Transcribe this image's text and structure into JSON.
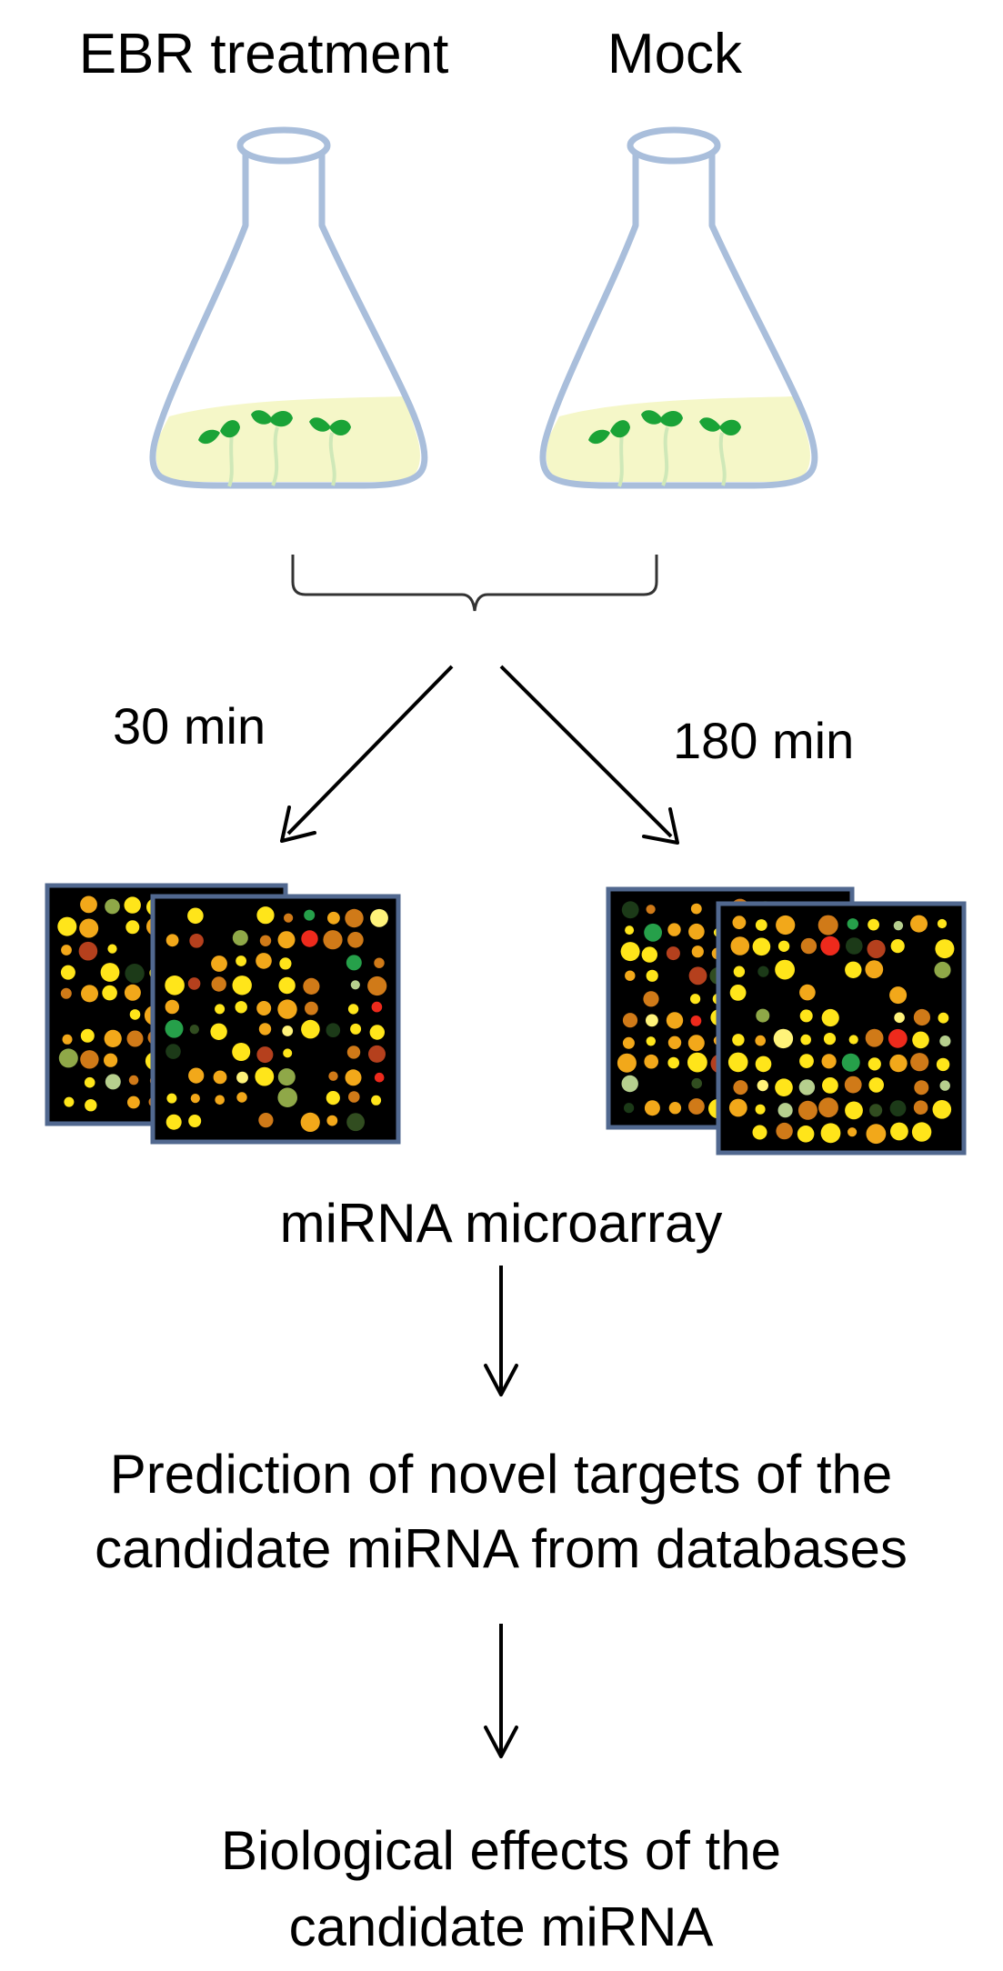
{
  "labels": {
    "ebr_treatment": "EBR treatment",
    "mock": "Mock",
    "time_30": "30 min",
    "time_180": "180 min",
    "microarray": "miRNA microarray",
    "prediction_line1": "Prediction of novel targets of the",
    "prediction_line2": "candidate miRNA from databases",
    "effects_line1": "Biological effects of the",
    "effects_line2": "candidate miRNA"
  },
  "colors": {
    "flask_outline": "#a9bedb",
    "medium": "#f5f7c8",
    "seedling_leaf": "#1aa337",
    "seedling_stem": "#cfe8b8",
    "array_frame": "#51688f",
    "array_bg": "#000000",
    "spot_palette": [
      "#ffe51a",
      "#f2a81a",
      "#d07a18",
      "#ee2a1c",
      "#1c3a18",
      "#314d20",
      "#8fa848",
      "#b6cf8e",
      "#26a04a",
      "#b5401d",
      "#fff37a"
    ]
  },
  "icons": {
    "left_flask": "erlenmeyer-flask-icon",
    "right_flask": "erlenmeyer-flask-icon",
    "arrays": "microarray-chip-icon"
  }
}
